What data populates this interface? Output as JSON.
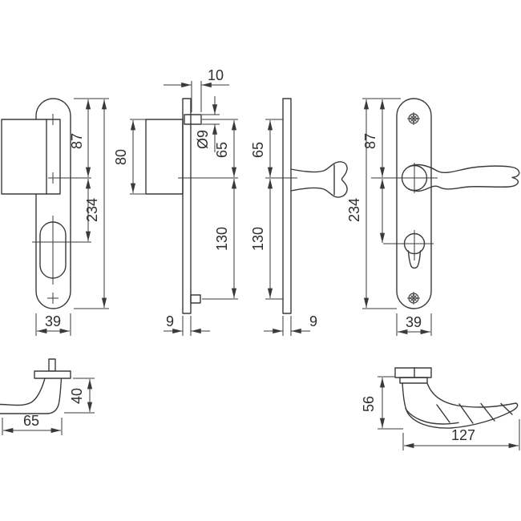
{
  "colors": {
    "line": "#3a3a3a",
    "background": "#ffffff"
  },
  "views": {
    "knob_plate_front": {
      "dims": {
        "top_to_handle": "87",
        "total_height": "234",
        "plate_width": "39"
      }
    },
    "knob_plate_side": {
      "dims": {
        "block_height": "80",
        "spindle_offset": "10",
        "ferrule_diameter": "Ø9",
        "screw_to_handle": "65",
        "handle_to_screw": "130",
        "plate_thickness": "9"
      }
    },
    "lever_plate_side": {
      "dims": {
        "screw_to_handle": "65",
        "handle_to_screw": "130",
        "plate_thickness": "9"
      }
    },
    "lever_plate_front": {
      "dims": {
        "top_to_handle": "87",
        "total_height": "234",
        "plate_width": "39"
      }
    },
    "knob_handle_profile": {
      "dims": {
        "height": "40",
        "length": "65"
      }
    },
    "lever_handle_profile": {
      "dims": {
        "height": "56",
        "length": "127"
      }
    }
  }
}
